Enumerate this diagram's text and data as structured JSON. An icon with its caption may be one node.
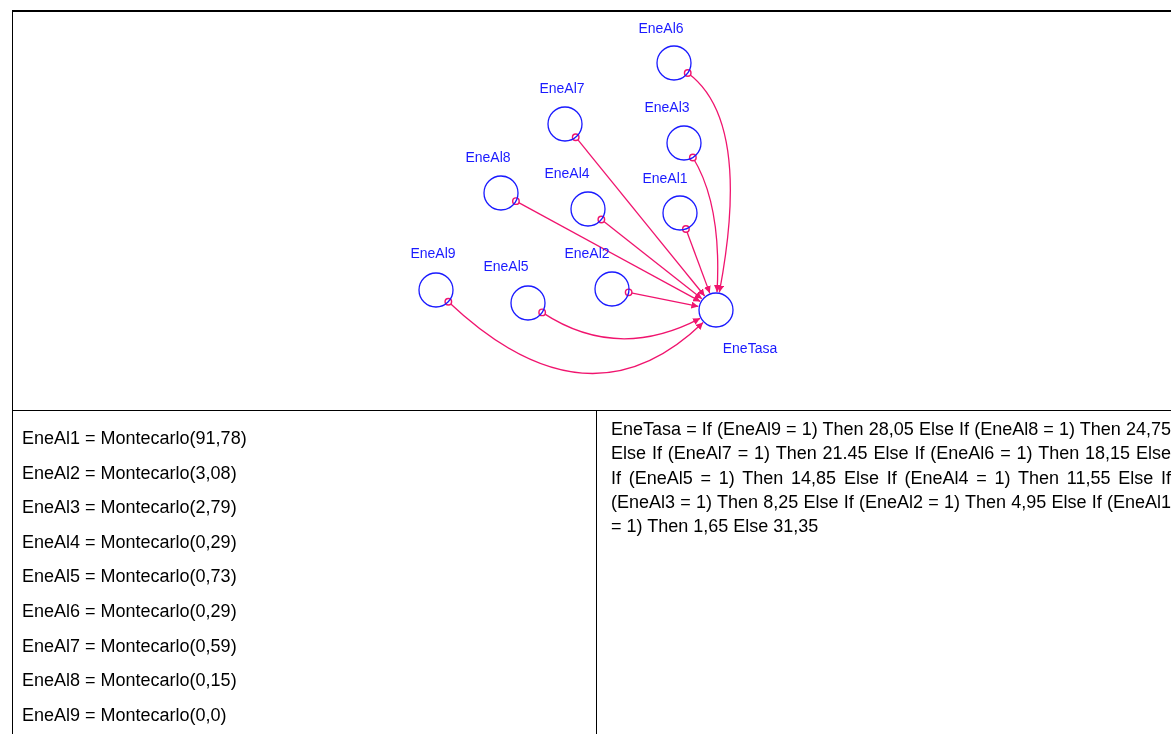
{
  "diagram": {
    "nodes": [
      {
        "text": [
          "EneAl6"
        ]
      },
      {
        "text": [
          "EneAl7"
        ]
      },
      {
        "text": [
          "EneAl3"
        ]
      },
      {
        "text": [
          "EneAl8"
        ]
      },
      {
        "text": [
          "EneAl4"
        ]
      },
      {
        "text": [
          "EneAl1"
        ]
      },
      {
        "text": [
          "EneAl9"
        ]
      },
      {
        "text": [
          "EneAl5"
        ]
      },
      {
        "text": [
          "EneAl2"
        ]
      },
      {
        "text": [
          "EneTasa"
        ]
      }
    ],
    "edges": [
      {
        "from": 5,
        "to": 9,
        "arrow": "to"
      },
      {
        "from": 8,
        "to": 9,
        "arrow": "to"
      },
      {
        "from": 2,
        "to": 9,
        "arrow": "to"
      },
      {
        "from": 4,
        "to": 9,
        "arrow": "to"
      },
      {
        "from": 7,
        "to": 9,
        "arrow": "to"
      },
      {
        "from": 0,
        "to": 9,
        "arrow": "to"
      },
      {
        "from": 1,
        "to": 9,
        "arrow": "to"
      },
      {
        "from": 3,
        "to": 9,
        "arrow": "to"
      },
      {
        "from": 6,
        "to": 9,
        "arrow": "to"
      }
    ],
    "labels": [
      "EneAl1 = Montecarlo(91,78)",
      "EneAl2 = Montecarlo(3,08)",
      "EneAl3 = Montecarlo(2,79)",
      "EneAl4 = Montecarlo(0,29)",
      "EneAl5 = Montecarlo(0,73)",
      "EneAl6 = Montecarlo(0,29)",
      "EneAl7 = Montecarlo(0,59)",
      "EneAl8 = Montecarlo(0,15)",
      "EneAl9 = Montecarlo(0,0)",
      "EneTasa = If (EneAl9 = 1) Then 28,05 Else If (EneAl8 = 1) Then 24,75 Else If (EneAl7 = 1) Then 21.45 Else If (EneAl6 = 1) Then 18,15 Else If (EneAl5 = 1) Then 14,85 Else If (EneAl4 = 1) Then 11,55 Else If (EneAl3 = 1) Then 8,25 Else If (EneAl2 = 1) Then 4,95 Else If (EneAl1 = 1) Then 1,65 Else 31,35"
    ]
  }
}
